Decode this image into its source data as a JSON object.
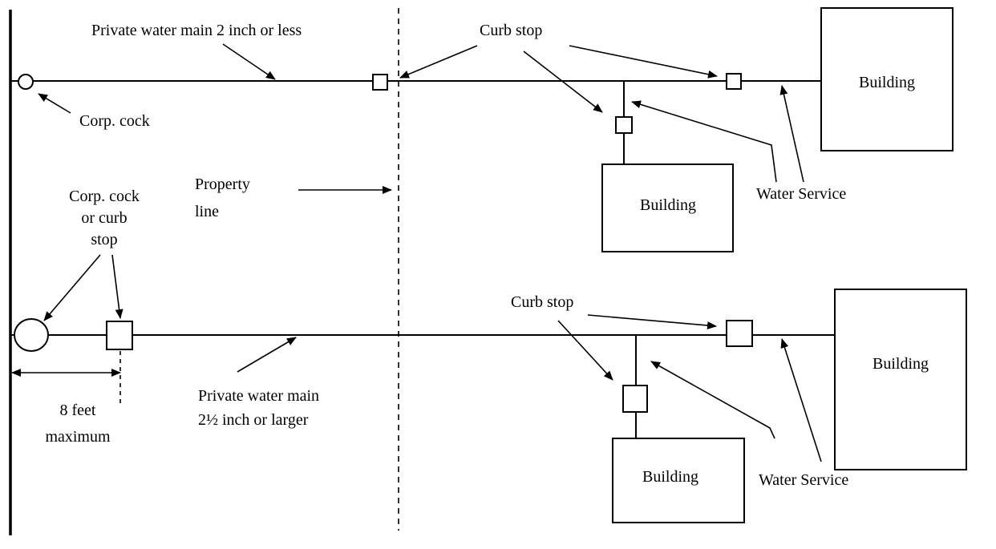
{
  "labels": {
    "private_main_small": "Private water main 2 inch or less",
    "curb_stop_top": "Curb stop",
    "corp_cock_top": "Corp. cock",
    "building_top_right": "Building",
    "building_top_mid": "Building",
    "water_service_top": "Water Service",
    "property_line": [
      "Property",
      "line"
    ],
    "corp_cock_or_curb_stop": [
      "Corp. cock",
      "or curb",
      "stop"
    ],
    "curb_stop_bottom": "Curb stop",
    "building_bottom_right": "Building",
    "building_bottom_mid": "Building",
    "water_service_bottom": "Water Service",
    "private_main_large": [
      "Private water main",
      "2½ inch or larger"
    ],
    "eight_feet": [
      "8 feet",
      "maximum"
    ]
  }
}
